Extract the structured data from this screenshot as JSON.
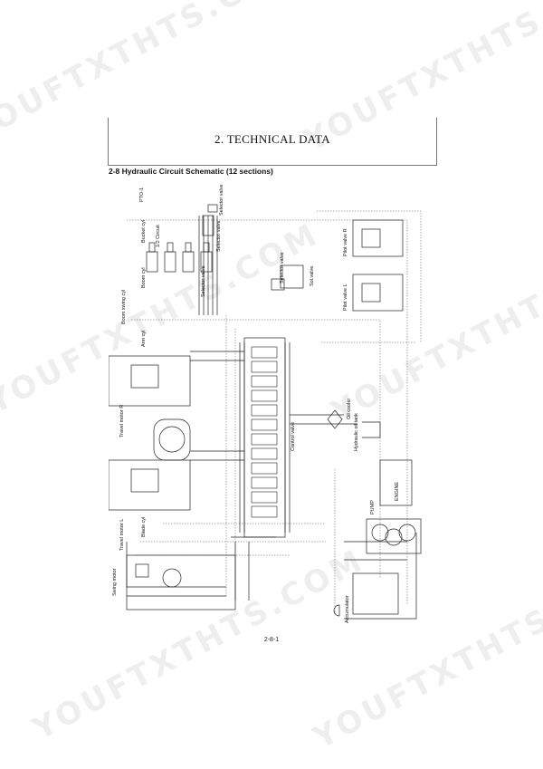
{
  "header": {
    "title": "2. TECHNICAL DATA"
  },
  "section": {
    "title": "2-8  Hydraulic Circuit Schematic (12 sections)"
  },
  "schematic": {
    "labels": {
      "pto": "PTO-1",
      "selector_valve": "Selector valve",
      "bucket_cyl": "Bucket cyl",
      "half_circuit": "1/2 Circuit",
      "boom_cyl": "Boom cyl",
      "boom_swing_cyl": "Boom swing cyl",
      "arm_cyl": "Arm cyl",
      "travel_motor_r": "Travel motor R",
      "travel_motor_l": "Travel motor L",
      "blade_cyl": "Blade cyl",
      "swing_motor": "Swing motor",
      "pilot_valve_r": "Pilot valve R",
      "pilot_valve_l": "Pilot valve L",
      "sol_valve": "Sol.valve",
      "oil_cooler": "Oil cooler",
      "hydraulic_oil_tank": "Hydraulic oil tank",
      "control_valve": "Control valve",
      "engine": "ENGINE",
      "pump": "PUMP",
      "accumulator": "Accumulator"
    }
  },
  "footer": {
    "page_number": "2-8-1"
  },
  "watermark": {
    "text": "YOUFTXTHTS.COM"
  }
}
